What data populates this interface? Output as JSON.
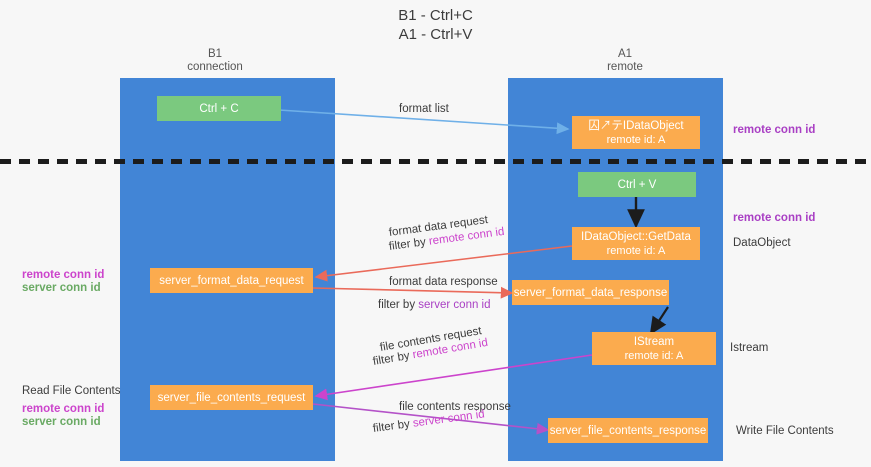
{
  "title": {
    "line1": "B1 - Ctrl+C",
    "line2": "A1 - Ctrl+V"
  },
  "lanes": [
    {
      "name": "B1",
      "sub": "connection"
    },
    {
      "name": "A1",
      "sub": "remote"
    }
  ],
  "boxes": {
    "ctrl_c": {
      "line1": "Ctrl + C"
    },
    "ctrl_v": {
      "line1": "Ctrl + V"
    },
    "idataobject": {
      "line1": "囚↗テIDataObject",
      "line2": "remote id: A"
    },
    "getdata": {
      "line1": "IDataObject::GetData",
      "line2": "remote id: A"
    },
    "istream": {
      "line1": "IStream",
      "line2": "remote id: A"
    },
    "server_format_data_request": {
      "line1": "server_format_data_request"
    },
    "server_format_data_response": {
      "line1": "server_format_data_response"
    },
    "server_file_contents_request": {
      "line1": "server_file_contents_request"
    },
    "server_file_contents_response": {
      "line1": "server_file_contents_response"
    }
  },
  "edges": {
    "format_list": "format list",
    "format_data_request": "format data request",
    "format_data_response": "format data response",
    "file_contents_request": "file contents request",
    "file_contents_response": "file contents response",
    "filter_by": "filter by"
  },
  "annotations": {
    "remote_conn_id": "remote conn id",
    "server_conn_id": "server conn id",
    "dataobject": "DataObject",
    "istream": "Istream",
    "read_file_contents": "Read File Contents",
    "write_file_contents": "Write File Contents"
  },
  "colors": {
    "lane": "#4285d6",
    "orange": "#fbab4e",
    "green": "#7bc97f",
    "purple": "#a93fc4",
    "magenta": "#cc44cc",
    "green_text": "#6aaa64",
    "blue_arrow": "#6fb0e8",
    "red_arrow": "#ea6a5a",
    "dark_arrow": "#1c1c1c"
  }
}
